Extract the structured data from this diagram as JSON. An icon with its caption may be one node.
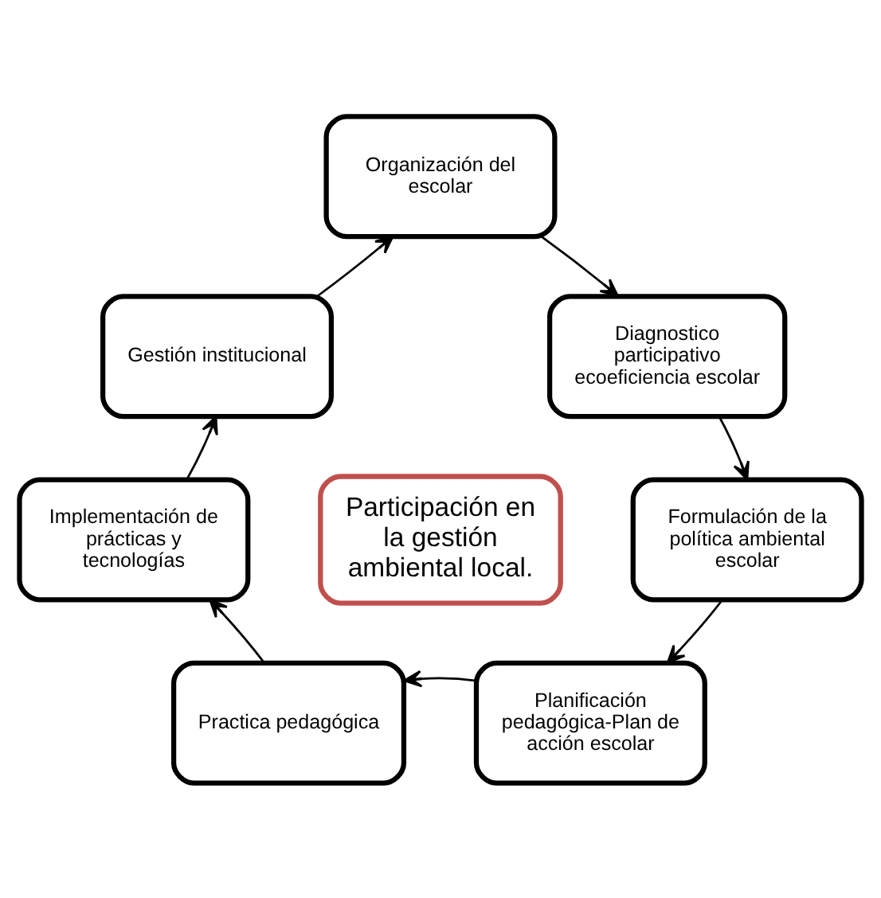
{
  "diagram": {
    "nodes": [
      {
        "text": [
          "Organización del escolar"
        ]
      },
      {
        "text": [
          "Gestión institucional"
        ]
      },
      {
        "text": [
          "Diagnostico participativo ecoeficiencia escolar"
        ]
      },
      {
        "text": [
          "Participación en la gestión ambiental local."
        ]
      },
      {
        "text": [
          "Implementación de prácticas y tecnologías"
        ]
      },
      {
        "text": [
          "Formulación de la política ambiental escolar"
        ]
      },
      {
        "text": [
          "Practica pedagógica"
        ]
      },
      {
        "text": [
          "Planificación pedagógica-Plan de acción escolar"
        ]
      }
    ],
    "edges": [
      {
        "from": 0,
        "to": 2,
        "arrow": "to"
      },
      {
        "from": 2,
        "to": 5,
        "arrow": "to"
      },
      {
        "from": 5,
        "to": 7,
        "arrow": "to"
      },
      {
        "from": 7,
        "to": 6,
        "arrow": "to"
      },
      {
        "from": 6,
        "to": 4,
        "arrow": "to"
      },
      {
        "from": 4,
        "to": 1,
        "arrow": "to"
      },
      {
        "from": 1,
        "to": 0,
        "arrow": "to"
      }
    ]
  }
}
